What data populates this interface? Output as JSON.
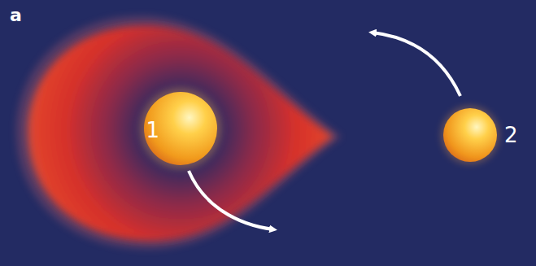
{
  "diagram": {
    "labels": [
      "a",
      "1",
      "2"
    ]
  }
}
